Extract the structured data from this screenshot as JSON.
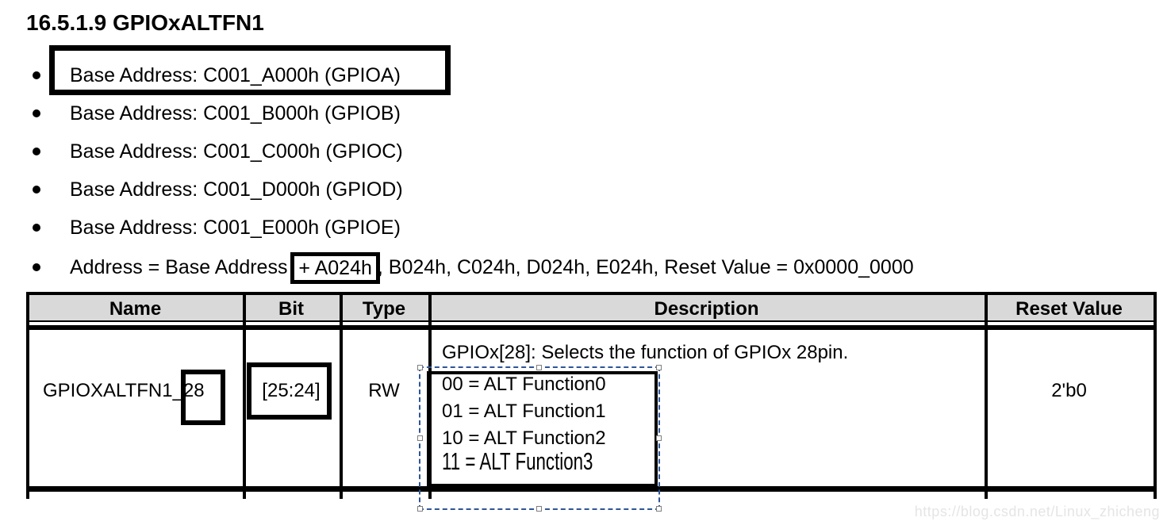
{
  "page": {
    "heading": "16.5.1.9 GPIOxALTFN1",
    "bullets": [
      {
        "text": "Base Address: C001_A000h (GPIOA)",
        "highlighted": true
      },
      {
        "text": "Base Address: C001_B000h (GPIOB)"
      },
      {
        "text": "Base Address: C001_C000h (GPIOC)"
      },
      {
        "text": "Base Address: C001_D000h (GPIOD)"
      },
      {
        "text": "Base Address: C001_E000h (GPIOE)"
      },
      {
        "pre": "Address = Base Address ",
        "boxed": "+ A024h",
        "post": ", B024h, C024h, D024h, E024h, Reset Value = 0x0000_0000"
      }
    ]
  },
  "table": {
    "headers": [
      "Name",
      "Bit",
      "Type",
      "Description",
      "Reset Value"
    ],
    "row": {
      "name": "GPIOXALTFN1_28",
      "bit": "[25:24]",
      "type": "RW",
      "desc_line1": "GPIOx[28]: Selects the function of GPIOx 28pin.",
      "options": [
        "00 = ALT Function0",
        "01 = ALT Function1",
        "10 = ALT Function2",
        "11 = ALT Function3"
      ],
      "reset_value": "2'b0"
    }
  },
  "watermark": "https://blog.csdn.net/Linux_zhicheng",
  "colors": {
    "table_header_bg": "#d9d9d9",
    "annotation_border": "#000000",
    "selection_dash": "#2f5597",
    "watermark_text": "#e5e5e5"
  }
}
